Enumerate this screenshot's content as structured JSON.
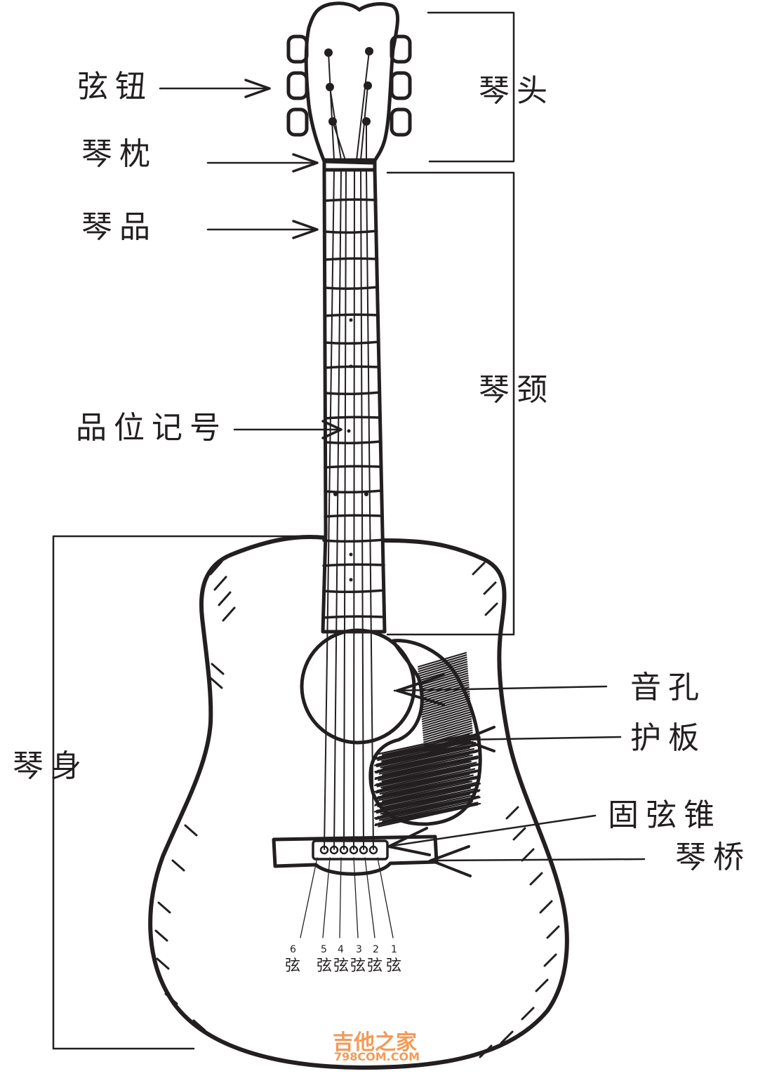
{
  "labels": {
    "peg": "弦钮",
    "nut": "琴枕",
    "fret": "琴品",
    "fret_marker": "品位记号",
    "head": "琴头",
    "neck": "琴颈",
    "body": "琴身",
    "soundhole": "音孔",
    "pickguard": "护板",
    "bridge_pin": "固弦锥",
    "bridge": "琴桥"
  },
  "strings": {
    "numbers": [
      "6",
      "5",
      "4",
      "3",
      "2",
      "1"
    ],
    "suffix": "弦"
  },
  "watermark": {
    "title": "吉他之家",
    "site": "798COM.COM"
  }
}
